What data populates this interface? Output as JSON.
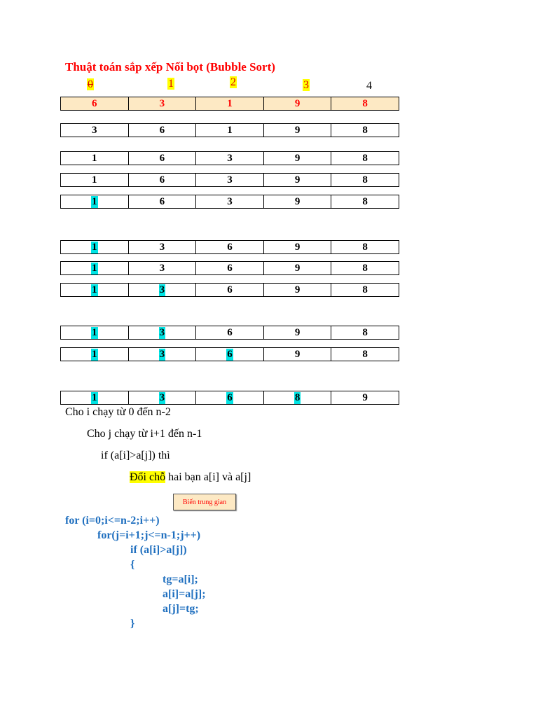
{
  "title": "Thuật toán sắp xếp Nối bọt (Bubble Sort)",
  "indices": [
    "0",
    "1",
    "2",
    "3",
    "4"
  ],
  "rows": [
    {
      "cells": [
        "6",
        "3",
        "1",
        "9",
        "8"
      ],
      "hl": [
        false,
        false,
        false,
        false,
        false
      ]
    },
    {
      "cells": [
        "3",
        "6",
        "1",
        "9",
        "8"
      ],
      "hl": [
        false,
        false,
        false,
        false,
        false
      ]
    },
    {
      "cells": [
        "1",
        "6",
        "3",
        "9",
        "8"
      ],
      "hl": [
        false,
        false,
        false,
        false,
        false
      ]
    },
    {
      "cells": [
        "1",
        "6",
        "3",
        "9",
        "8"
      ],
      "hl": [
        false,
        false,
        false,
        false,
        false
      ]
    },
    {
      "cells": [
        "1",
        "6",
        "3",
        "9",
        "8"
      ],
      "hl": [
        true,
        false,
        false,
        false,
        false
      ]
    },
    {
      "cells": [
        "1",
        "3",
        "6",
        "9",
        "8"
      ],
      "hl": [
        true,
        false,
        false,
        false,
        false
      ]
    },
    {
      "cells": [
        "1",
        "3",
        "6",
        "9",
        "8"
      ],
      "hl": [
        true,
        false,
        false,
        false,
        false
      ]
    },
    {
      "cells": [
        "1",
        "3",
        "6",
        "9",
        "8"
      ],
      "hl": [
        true,
        true,
        false,
        false,
        false
      ]
    },
    {
      "cells": [
        "1",
        "3",
        "6",
        "9",
        "8"
      ],
      "hl": [
        true,
        true,
        false,
        false,
        false
      ]
    },
    {
      "cells": [
        "1",
        "3",
        "6",
        "9",
        "8"
      ],
      "hl": [
        true,
        true,
        true,
        false,
        false
      ]
    },
    {
      "cells": [
        "1",
        "3",
        "6",
        "8",
        "9"
      ],
      "hl": [
        true,
        true,
        true,
        true,
        false
      ]
    }
  ],
  "pseudo": {
    "line1": "Cho i chạy từ 0 đến n-2",
    "line2": "Cho j chạy từ i+1 đến n-1",
    "line3": "if (a[i]>a[j]) thì",
    "line4_hl": "Đổi chỗ",
    "line4_rest": " hai bạn a[i] và a[j]"
  },
  "temp_label": "Biến trung gian",
  "code": [
    "for (i=0;i<=n-2;i++)",
    "for(j=i+1;j<=n-1;j++)",
    "if (a[i]>a[j])",
    "{",
    "tg=a[i];",
    "a[i]=a[j];",
    "a[j]=tg;",
    "}"
  ],
  "colors": {
    "title": "#ff0000",
    "highlight_yellow": "#ffff00",
    "highlight_cyan": "#00e5e5",
    "code": "#1f6fbf",
    "first_row_bg": "#fde9c4"
  }
}
